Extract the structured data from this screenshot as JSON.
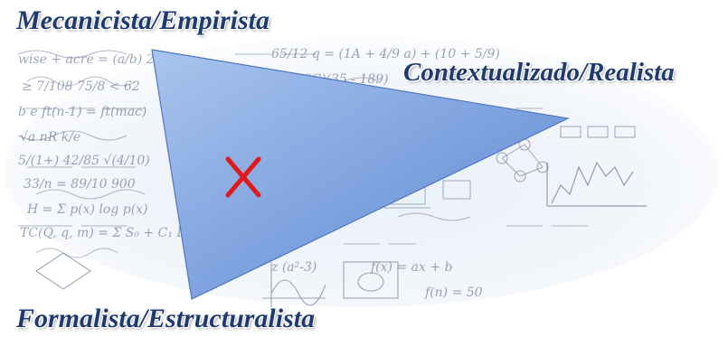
{
  "labels": {
    "top_left": "Mecanicista/Empirista",
    "right": "Contextualizado/Realista",
    "bottom_left": "Formalista/Estructuralista"
  },
  "marker": {
    "glyph": "X",
    "color": "#e0191b"
  },
  "colors": {
    "triangle_light": "#a9c4ee",
    "triangle_dark": "#5b86d2",
    "triangle_edge": "#4f77c0",
    "ink": "#1f3a6e"
  },
  "background_icons": [
    "math-formulas-collage",
    "function-graph-icon",
    "flowchart-icon",
    "bar-chart-icon",
    "laptop-icon"
  ]
}
